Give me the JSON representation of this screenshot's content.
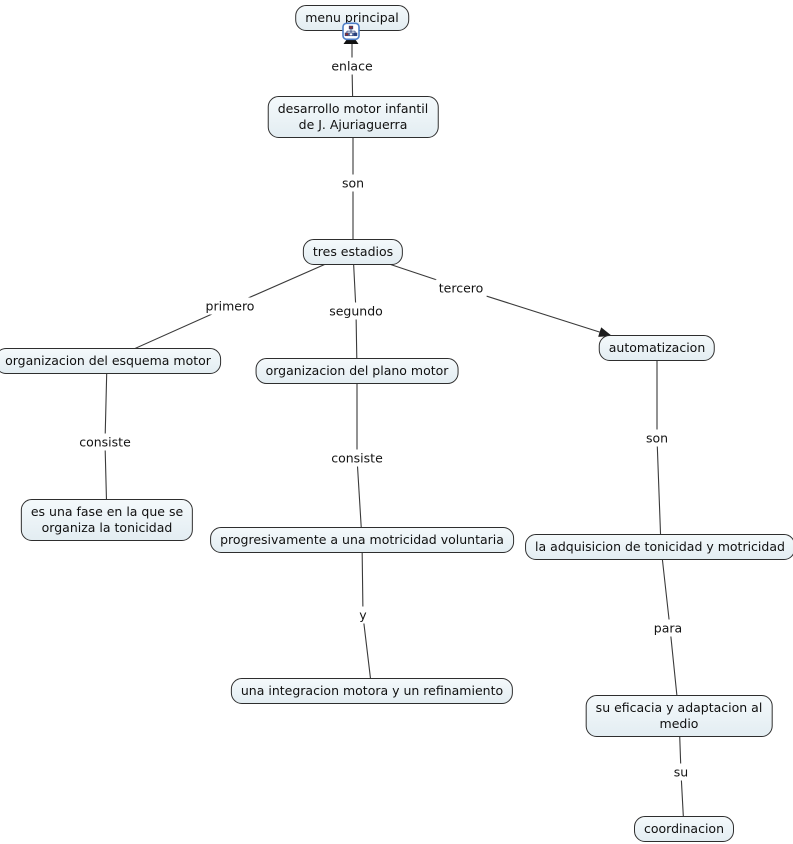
{
  "map": {
    "background": "#ffffff",
    "colors": {
      "node_fill_top": "#f4f9fb",
      "node_fill_bottom": "#e3edf2",
      "node_border": "#2e2e2e",
      "connector": "#3a3a3a",
      "arrow": "#1c1c1c",
      "label_text": "#141414",
      "icon_frame": "#4d7ec7"
    },
    "nodes": {
      "menu_principal": {
        "label": "menu principal"
      },
      "desarrollo": {
        "label": "desarrollo motor infantil\nde J. Ajuriaguerra"
      },
      "tres_estadios": {
        "label": "tres estadios"
      },
      "esquema_motor": {
        "label": "organizacion del esquema motor"
      },
      "plano_motor": {
        "label": "organizacion del plano motor"
      },
      "automatizacion": {
        "label": "automatizacion"
      },
      "fase_tonicidad": {
        "label": "es una fase en la que se\norganiza la tonicidad"
      },
      "motricidad_voluntaria": {
        "label": "progresivamente a una motricidad voluntaria"
      },
      "adquisicion": {
        "label": "la adquisicion de tonicidad y motricidad"
      },
      "integracion": {
        "label": "una integracion motora y un refinamiento"
      },
      "eficacia": {
        "label": "su eficacia y adaptacion al\nmedio"
      },
      "coordinacion": {
        "label": "coordinacion"
      }
    },
    "link_labels": {
      "enlace": "enlace",
      "son_top": "son",
      "primero": "primero",
      "segundo": "segundo",
      "tercero": "tercero",
      "consiste_left": "consiste",
      "consiste_mid": "consiste",
      "son_right": "son",
      "y": "y",
      "para": "para",
      "su": "su"
    },
    "icons": {
      "linked_cmap": "linked-cmap-icon"
    },
    "edges": [
      {
        "from": "menu_principal",
        "label": "enlace",
        "to": "desarrollo",
        "arrow": false
      },
      {
        "from": "desarrollo",
        "label": "son",
        "to": "tres_estadios",
        "arrow": false
      },
      {
        "from": "tres_estadios",
        "label": "primero",
        "to": "esquema_motor",
        "arrow": false
      },
      {
        "from": "tres_estadios",
        "label": "segundo",
        "to": "plano_motor",
        "arrow": false
      },
      {
        "from": "tres_estadios",
        "label": "tercero",
        "to": "automatizacion",
        "arrow": true
      },
      {
        "from": "esquema_motor",
        "label": "consiste",
        "to": "fase_tonicidad",
        "arrow": false
      },
      {
        "from": "plano_motor",
        "label": "consiste",
        "to": "motricidad_voluntaria",
        "arrow": false
      },
      {
        "from": "automatizacion",
        "label": "son",
        "to": "adquisicion",
        "arrow": false
      },
      {
        "from": "motricidad_voluntaria",
        "label": "y",
        "to": "integracion",
        "arrow": false
      },
      {
        "from": "adquisicion",
        "label": "para",
        "to": "eficacia",
        "arrow": false
      },
      {
        "from": "eficacia",
        "label": "su",
        "to": "coordinacion",
        "arrow": false
      }
    ]
  }
}
